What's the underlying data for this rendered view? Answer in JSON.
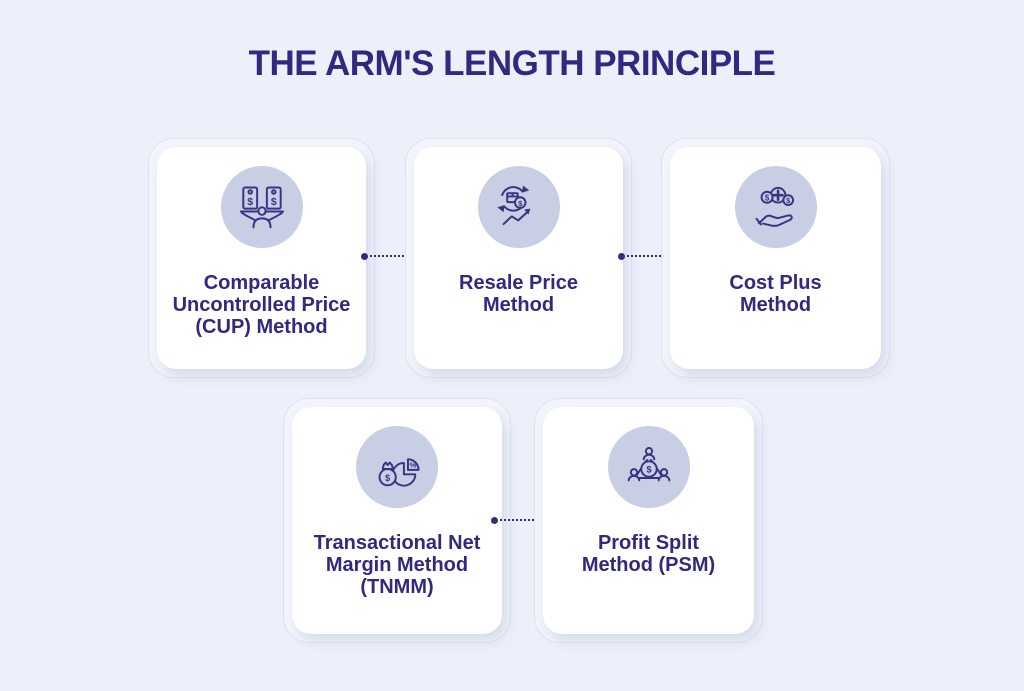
{
  "title": "THE ARM'S LENGTH PRINCIPLE",
  "colors": {
    "background": "#edf0fa",
    "card_outer_fill": "#f3f5fc",
    "card_border": "#dde2f2",
    "card_fill": "#ffffff",
    "icon_circle": "#c8cee4",
    "accent_text": "#2f2a80",
    "icon_stroke": "#3a3384",
    "connector": "#332d80"
  },
  "cards": [
    {
      "title": "Comparable Uncontrolled Price (CUP) Method",
      "title_lines": [
        "Comparable",
        "Uncontrolled Price",
        "(CUP) Method"
      ],
      "icon": "price-tags-comparison-icon"
    },
    {
      "title": "Resale Price Method",
      "title_lines": [
        "Resale Price",
        "Method"
      ],
      "icon": "resale-cycle-icon"
    },
    {
      "title": "Cost Plus Method",
      "title_lines": [
        "Cost Plus",
        "Method"
      ],
      "icon": "hand-coins-plus-icon"
    },
    {
      "title": "Transactional Net Margin Method (TNMM)",
      "title_lines": [
        "Transactional Net",
        "Margin Method",
        "(TNMM)"
      ],
      "icon": "money-bag-pie-icon"
    },
    {
      "title": "Profit Split Method (PSM)",
      "title_lines": [
        "Profit Split",
        "Method (PSM)"
      ],
      "icon": "profit-split-people-icon"
    }
  ]
}
